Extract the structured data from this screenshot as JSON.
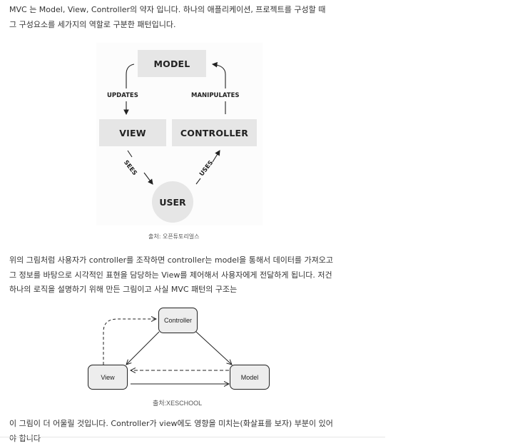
{
  "intro": {
    "line1": "MVC 는 Model, View, Controller의 약자 입니다. 하나의 애플리케이션, 프로젝트를 구성할 때",
    "line2": "그 구성요소를 세가지의 역할로 구분한 패턴입니다."
  },
  "figure1": {
    "model": "MODEL",
    "view": "VIEW",
    "controller": "CONTROLLER",
    "user": "USER",
    "updates": "UPDATES",
    "manipulates": "MANIPULATES",
    "sees": "SEES",
    "uses": "USES",
    "caption": "출처: 오픈튜토리얼스"
  },
  "body": {
    "line1": "위의 그림처럼 사용자가 controller를 조작하면 controller는 model을 통해서 데이터를 가져오고",
    "line2": "그 정보를 바탕으로 시각적인 표현을 담당하는 View를 제어해서 사용자에게 전달하게 됩니다. 저건",
    "line3": "하나의 로직을 설명하기 위해 만든 그림이고 사실 MVC 패턴의 구조는"
  },
  "figure2": {
    "controller": "Controller",
    "view": "View",
    "model": "Model",
    "caption": "출처:XESCHOOL"
  },
  "outro": {
    "line1": "이 그림이 더 어울릴 것입니다. Controller가 view에도 영향을 미치는(화살표를 보자) 부분이 있어",
    "line2": "야 합니다"
  }
}
